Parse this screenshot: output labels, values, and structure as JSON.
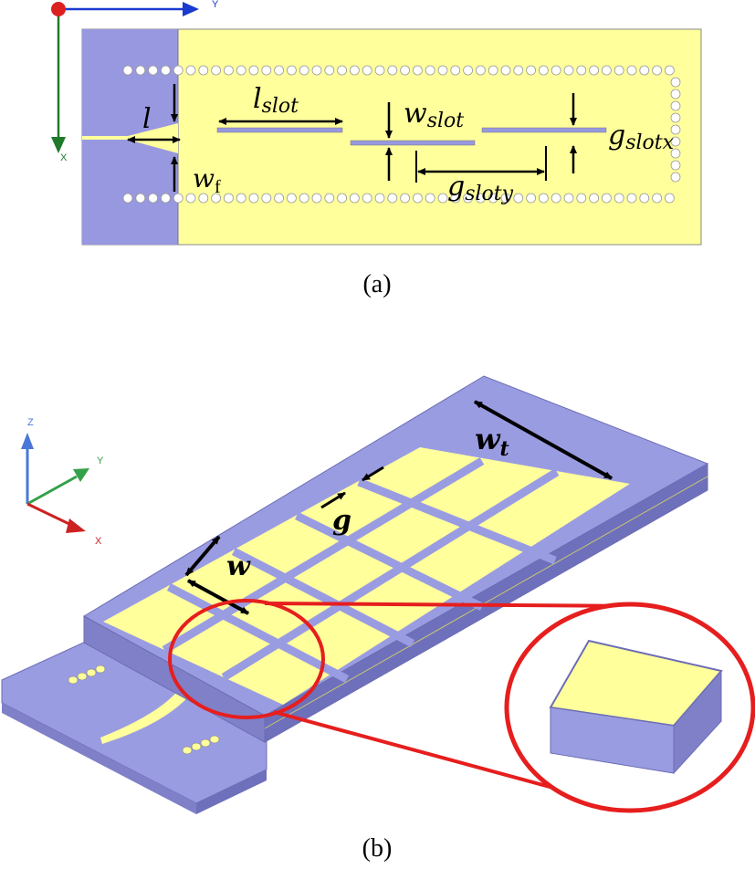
{
  "colors": {
    "metal": "#ffff9c",
    "substrate": "#9898e0",
    "substrate_side": "#7f80c8",
    "substrate_top": "#9a9ce2",
    "highlight": "#e61e1e",
    "axis_x": "#cc2222",
    "axis_y": "#33a04a",
    "axis_z": "#4a78d8",
    "axis_top_y": "#1a3ad0",
    "axis_top_x": "#1f7a2a"
  },
  "panel_a": {
    "caption": "(a)",
    "axes": {
      "y": "Y",
      "x": "X"
    },
    "labels": {
      "l": "l",
      "w_f": {
        "main": "w",
        "sub": "f"
      },
      "l_slot": {
        "main": "l",
        "sub": "slot"
      },
      "w_slot": {
        "main": "w",
        "sub": "slot"
      },
      "g_slotx": {
        "main": "g",
        "sub": "slotx"
      },
      "g_sloty": {
        "main": "g",
        "sub": "sloty"
      }
    }
  },
  "panel_b": {
    "caption": "(b)",
    "axes": {
      "z": "Z",
      "y": "Y",
      "x": "X"
    },
    "labels": {
      "w": "w",
      "g": "g",
      "w_t": {
        "main": "w",
        "sub": "t"
      }
    }
  }
}
